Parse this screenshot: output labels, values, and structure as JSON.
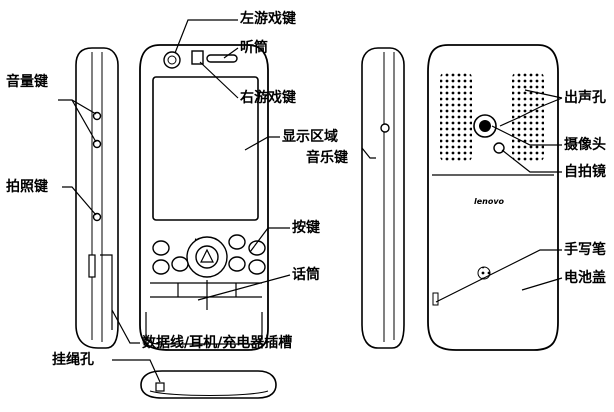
{
  "labels": {
    "left_game_key": "左游戏键",
    "earpiece": "听筒",
    "right_game_key": "右游戏键",
    "display_area": "显示区域",
    "music_key": "音乐键",
    "keys": "按键",
    "microphone": "话筒",
    "volume_key": "音量键",
    "camera_key": "拍照键",
    "data_port": "数据线/耳机/充电器插槽",
    "lanyard_hole": "挂绳孔",
    "speaker_holes": "出声孔",
    "camera": "摄像头",
    "self_mirror": "自拍镜",
    "stylus": "手写笔",
    "battery_cover": "电池盖"
  },
  "brand": "lenovo",
  "colors": {
    "stroke": "#000000",
    "background": "#ffffff"
  }
}
